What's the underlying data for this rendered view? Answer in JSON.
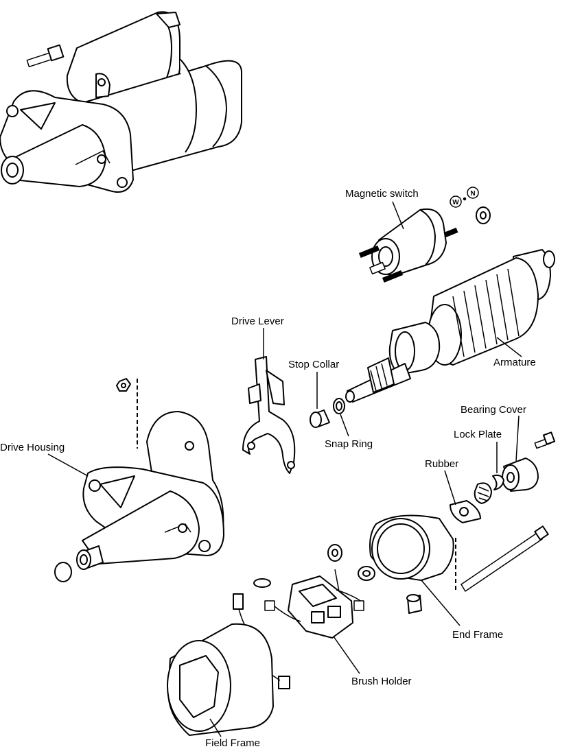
{
  "labels": {
    "magnetic_switch": "Magnetic switch",
    "drive_lever": "Drive Lever",
    "stop_collar": "Stop Collar",
    "armature": "Armature",
    "snap_ring": "Snap Ring",
    "bearing_cover": "Bearing Cover",
    "drive_housing": "Drive Housing",
    "lock_plate": "Lock Plate",
    "rubber": "Rubber",
    "end_frame": "End Frame",
    "brush_holder": "Brush Holder",
    "field_frame": "Field Frame"
  },
  "markers": {
    "washer": "W",
    "nut": "N"
  }
}
